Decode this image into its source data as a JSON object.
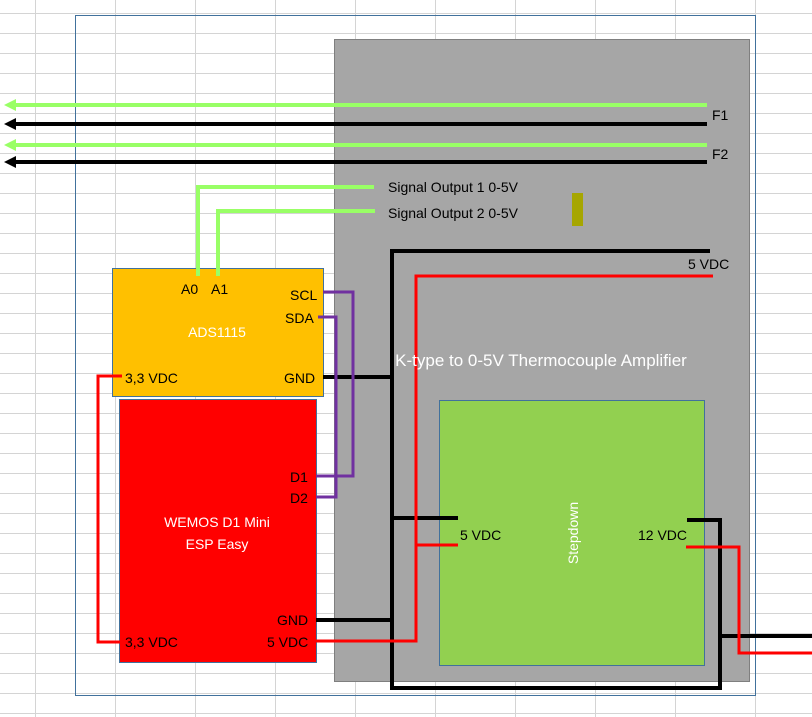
{
  "colors": {
    "signal": "#99ff66",
    "power": "#ff0000",
    "ground": "#000000",
    "i2c": "#7030a0",
    "amplifier": "#a6a6a6",
    "ads": "#ffc000",
    "wemos": "#ff0000",
    "stepdown": "#92d050"
  },
  "outputs": {
    "f1": "F1",
    "f2": "F2",
    "signal1": "Signal Output 1 0-5V",
    "signal2": "Signal Output 2 0-5V"
  },
  "amplifier": {
    "title": "K-type to 0-5V Thermocouple Amplifier",
    "vdc": "5 VDC"
  },
  "ads": {
    "title": "ADS1115",
    "a0": "A0",
    "a1": "A1",
    "scl": "SCL",
    "sda": "SDA",
    "vdc": "3,3 VDC",
    "gnd": "GND"
  },
  "wemos": {
    "title1": "WEMOS D1 Mini",
    "title2": "ESP Easy",
    "d1": "D1",
    "d2": "D2",
    "gnd": "GND",
    "vdc33": "3,3 VDC",
    "vdc5": "5 VDC"
  },
  "stepdown": {
    "title": "Stepdown",
    "in": "5 VDC",
    "out": "12 VDC"
  }
}
